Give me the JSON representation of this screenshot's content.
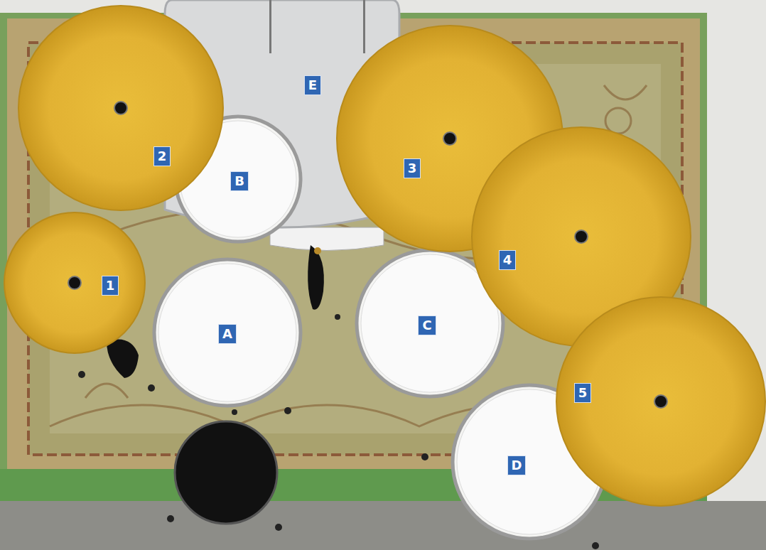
{
  "diagram": {
    "nodes": [
      {
        "text": [
          "E"
        ]
      },
      {
        "text": [
          "2"
        ]
      },
      {
        "text": [
          "3"
        ]
      },
      {
        "text": [
          "B"
        ]
      },
      {
        "text": [
          "4"
        ]
      },
      {
        "text": [
          "1"
        ]
      },
      {
        "text": [
          "C"
        ]
      },
      {
        "text": [
          "A"
        ]
      },
      {
        "text": [
          "5"
        ]
      },
      {
        "text": [
          "D"
        ]
      }
    ]
  }
}
